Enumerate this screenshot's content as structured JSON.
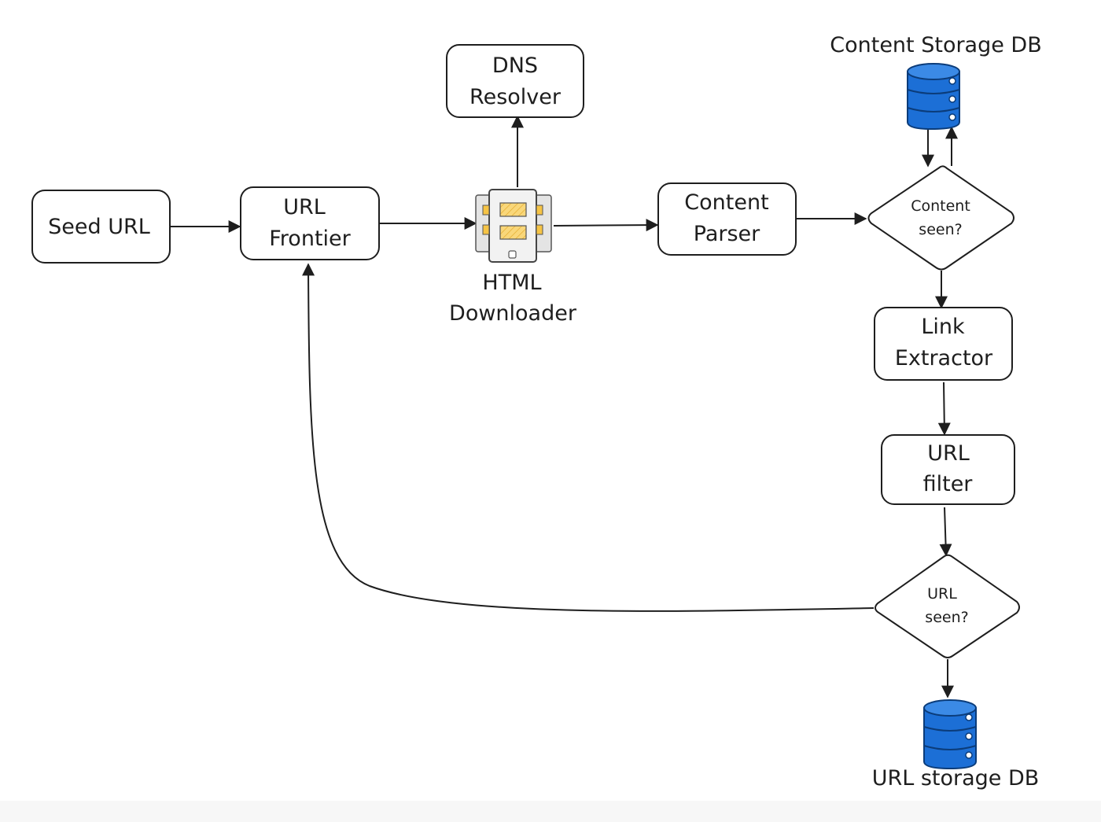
{
  "nodes": {
    "seed_url": "Seed URL",
    "url_frontier": [
      "URL",
      "Frontier"
    ],
    "dns_resolver": [
      "DNS",
      "Resolver"
    ],
    "html_downloader": [
      "HTML",
      "Downloader"
    ],
    "content_parser": [
      "Content",
      "Parser"
    ],
    "content_seen": [
      "Content",
      "seen?"
    ],
    "link_extractor": [
      "Link",
      "Extractor"
    ],
    "url_filter": [
      "URL",
      "filter"
    ],
    "url_seen": [
      "URL",
      "seen?"
    ]
  },
  "databases": {
    "content_storage": "Content Storage DB",
    "url_storage": "URL storage DB"
  },
  "colors": {
    "stroke": "#1e1e1e",
    "db_fill": "#1c6fd6",
    "db_stroke": "#0b3c7a",
    "server_highlight": "#f6c445"
  },
  "icons": {
    "database": "database-icon",
    "server": "server-icon"
  }
}
